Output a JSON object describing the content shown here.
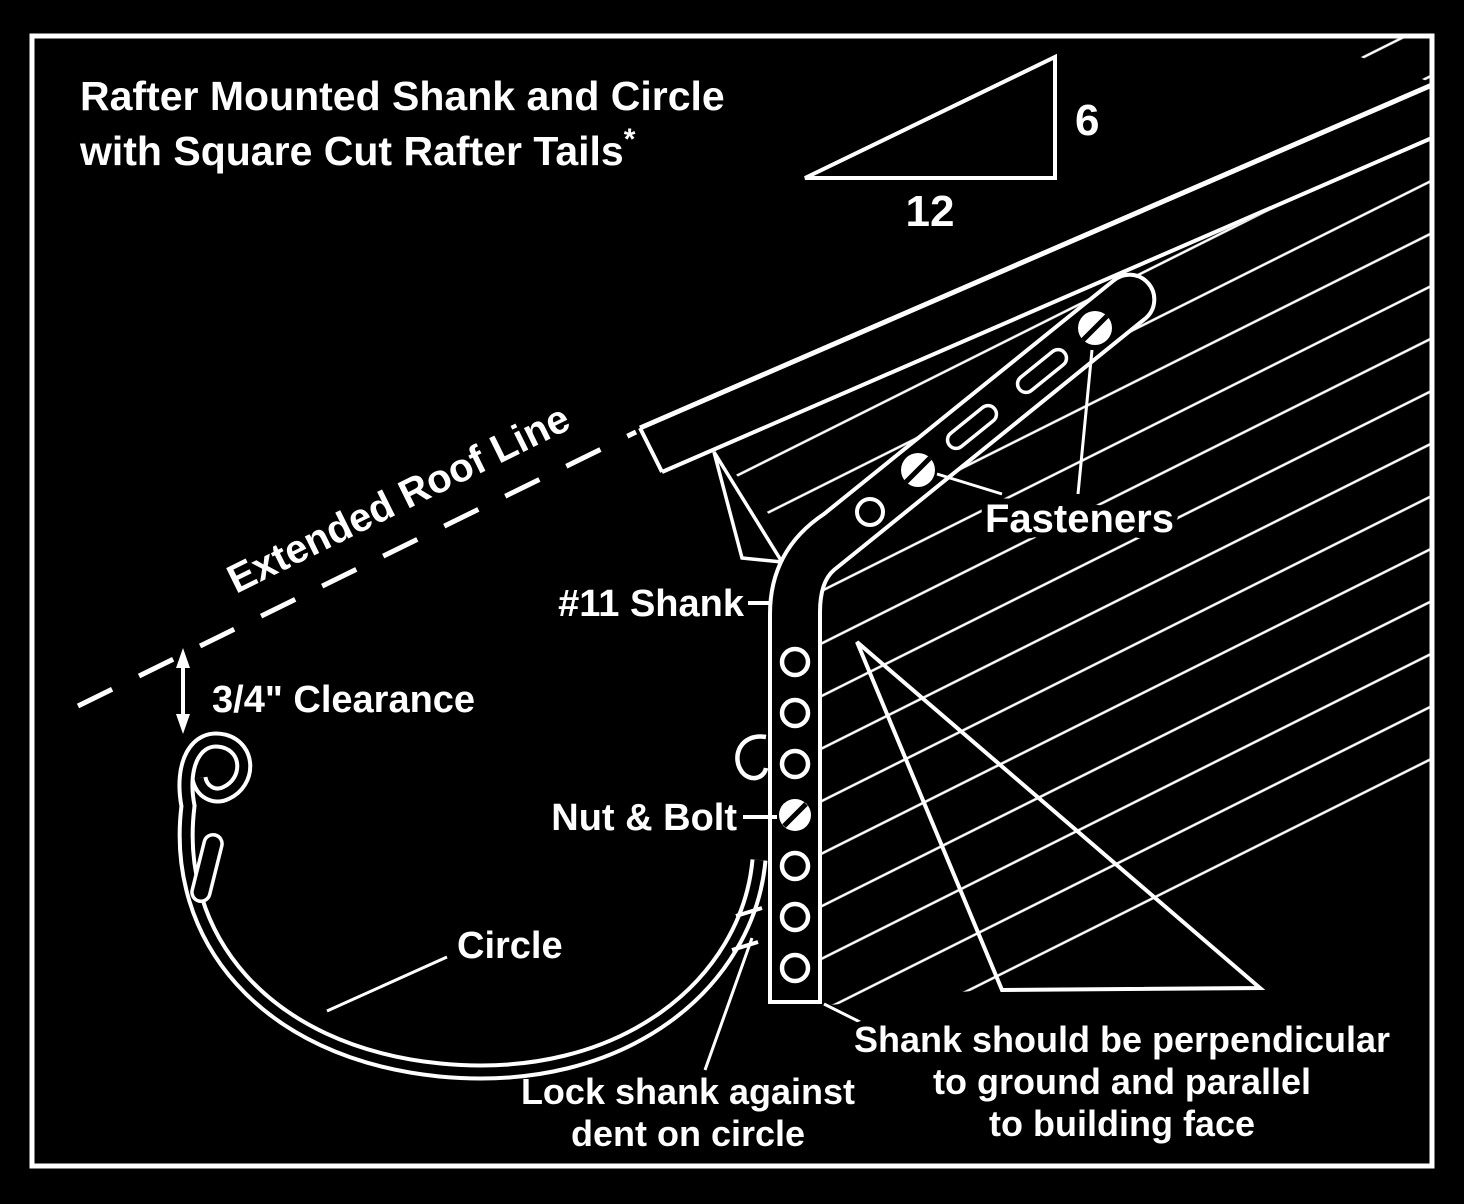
{
  "title": {
    "line1": "Rafter Mounted Shank and Circle",
    "line2": "with Square Cut Rafter Tails",
    "footnote_marker": "*"
  },
  "pitch": {
    "rise": "6",
    "run": "12"
  },
  "labels": {
    "extended_roof_line": "Extended Roof Line",
    "clearance": "3/4\" Clearance",
    "shank": "#11 Shank",
    "fasteners": "Fasteners",
    "nut_bolt": "Nut & Bolt",
    "circle": "Circle",
    "lock_shank": {
      "line1": "Lock shank against",
      "line2": "dent on circle"
    },
    "shank_note": {
      "line1": "Shank should be perpendicular",
      "line2": "to ground and parallel",
      "line3": "to building face"
    }
  },
  "colors": {
    "background": "#000000",
    "line_art": "#ffffff"
  }
}
